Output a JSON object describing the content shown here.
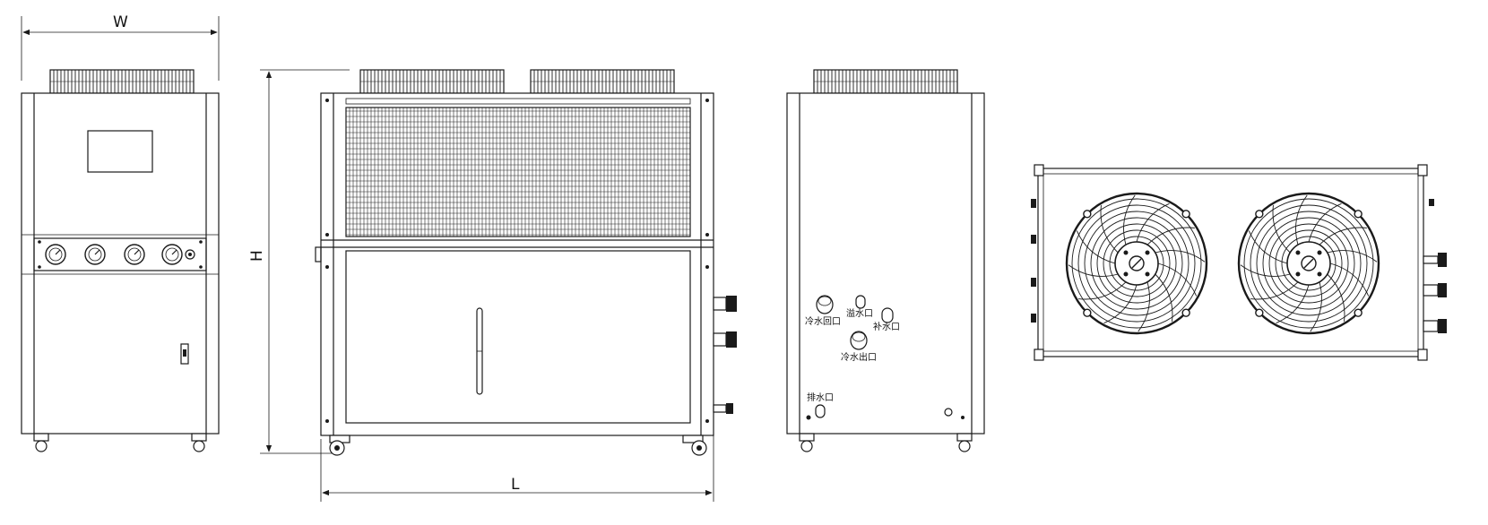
{
  "dimensions": {
    "width_label": "W",
    "height_label": "H",
    "length_label": "L"
  },
  "ports": {
    "chilled_return": "冷水回口",
    "overflow": "溢水口",
    "makeup": "补水口",
    "chilled_outlet": "冷水出口",
    "drain": "排水口"
  },
  "views": [
    "front-view",
    "side-view",
    "rear-view",
    "top-view"
  ],
  "fans_top_view": 2,
  "gauges_front_view": 4
}
